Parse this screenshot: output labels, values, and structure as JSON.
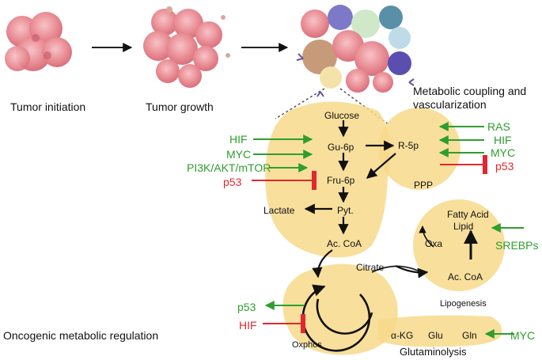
{
  "stages": {
    "initiation": "Tumor initiation",
    "growth": "Tumor growth",
    "coupling": "Metabolic coupling and vascularization",
    "oncogenic": "Oncogenic metabolic regulation"
  },
  "glycolysis": {
    "glucose": "Glucose",
    "gu6p": "Gu-6p",
    "fru6p": "Fru-6p",
    "pyt": "Pyt.",
    "lactate": "Lactate",
    "acoa": "Ac. CoA"
  },
  "ppp": {
    "r5p": "R-5p",
    "label": "PPP"
  },
  "regulators_left": {
    "hif": "HIF",
    "myc": "MYC",
    "pi3k": "PI3K/AKT/mTOR",
    "p53": "p53"
  },
  "regulators_right": {
    "ras": "RAS",
    "hif": "HIF",
    "myc": "MYC",
    "p53": "p53"
  },
  "lipid": {
    "fatty_acid": "Fatty Acid",
    "lipid": "Lipid",
    "oxa": "Oxa",
    "acoa": "Ac. CoA",
    "label": "Lipogenesis",
    "srebps": "SREBPs"
  },
  "tca": {
    "citrate": "Citrate",
    "oxphos": "Oxphos",
    "p53": "p53",
    "hif": "HIF"
  },
  "glutamine": {
    "akg": "α-KG",
    "glu": "Glu",
    "gln": "Gln",
    "label": "Glutaminolysis",
    "myc": "MYC"
  },
  "colors": {
    "activator": "#2e9e2e",
    "inhibitor": "#e0282e",
    "region": "#f7d98a",
    "arrow": "#111111"
  }
}
